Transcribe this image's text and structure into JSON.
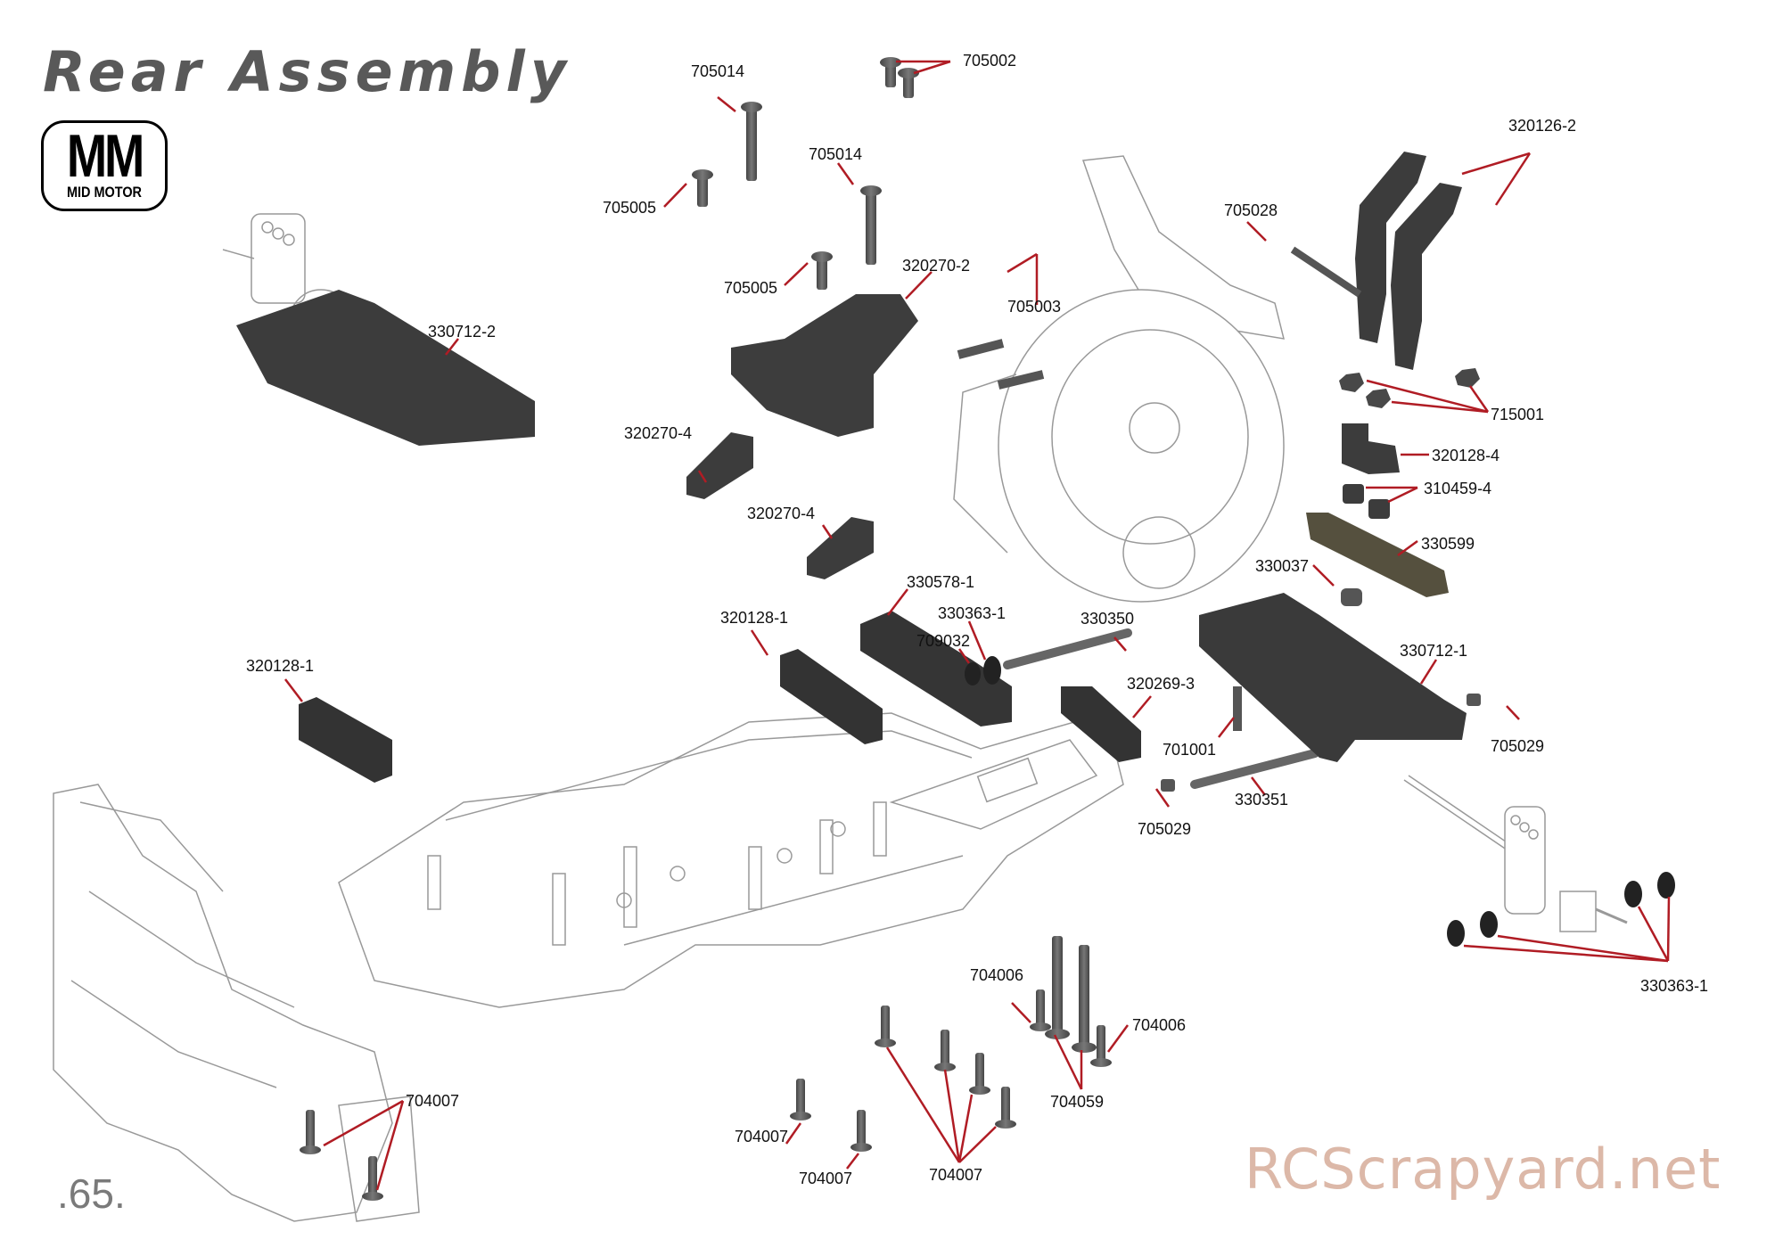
{
  "header": {
    "title": "Rear Assembly",
    "badge": {
      "main": "MM",
      "sub": "MID MOTOR"
    }
  },
  "labels": {
    "l705014a": "705014",
    "l705002": "705002",
    "l705005a": "705005",
    "l705014b": "705014",
    "l705005b": "705005",
    "l320270_2": "320270-2",
    "l705003": "705003",
    "l705028": "705028",
    "l320126_2": "320126-2",
    "l330712_2": "330712-2",
    "l715001": "715001",
    "l320128_4": "320128-4",
    "l310459_4": "310459-4",
    "l320270_4a": "320270-4",
    "l320270_4b": "320270-4",
    "l330599": "330599",
    "l330037": "330037",
    "l330578_1": "330578-1",
    "l320128_1a": "320128-1",
    "l320128_1b": "320128-1",
    "l330363_1a": "330363-1",
    "l709032": "709032",
    "l330350": "330350",
    "l330712_1": "330712-1",
    "l320269_3": "320269-3",
    "l705029a": "705029",
    "l701001": "701001",
    "l330351": "330351",
    "l705029b": "705029",
    "l330363_1b": "330363-1",
    "l704006a": "704006",
    "l704006b": "704006",
    "l704059": "704059",
    "l704007a": "704007",
    "l704007b": "704007",
    "l704007c": "704007",
    "l704007d": "704007"
  },
  "footer": {
    "page_number": ".65.",
    "watermark": "RCScrapyard.net"
  },
  "colors": {
    "leader": "#b01c24",
    "part_dark": "#3a3a3a",
    "part_mid": "#5a5a5a",
    "part_olive": "#55503e",
    "outline": "#888888",
    "title": "#595959",
    "watermark": "#dcb8a8"
  }
}
